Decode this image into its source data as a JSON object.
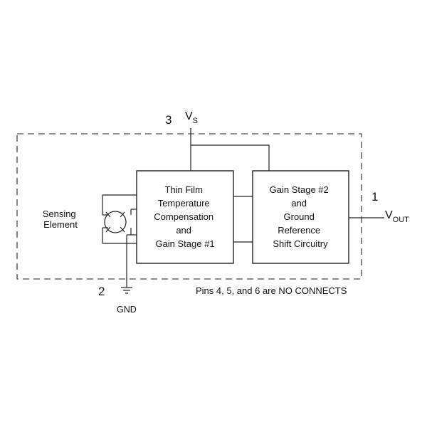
{
  "pins": {
    "vs": {
      "number": "3",
      "label": "V",
      "sub": "S"
    },
    "vout": {
      "number": "1",
      "label": "V",
      "sub": "OUT"
    },
    "gnd": {
      "number": "2",
      "label": "GND"
    }
  },
  "sensing_element": {
    "line1": "Sensing",
    "line2": "Element"
  },
  "stage1": {
    "lines": [
      "Thin Film",
      "Temperature",
      "Compensation",
      "and",
      "Gain Stage #1"
    ]
  },
  "stage2": {
    "lines": [
      "Gain Stage #2",
      "and",
      "Ground",
      "Reference",
      "Shift Circuitry"
    ]
  },
  "note": "Pins 4, 5, and 6 are NO CONNECTS"
}
